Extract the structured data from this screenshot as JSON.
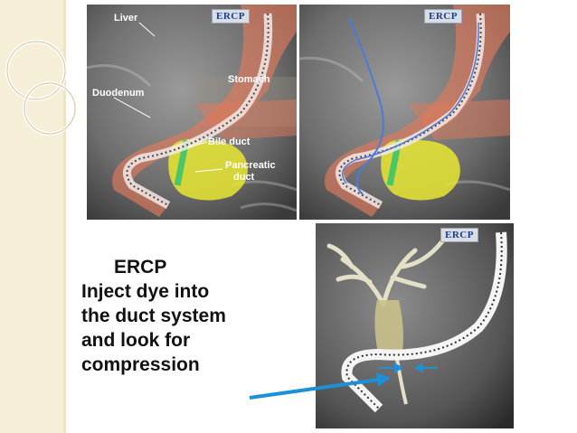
{
  "panels": {
    "p1": {
      "tag": "ERCP",
      "labels": {
        "liver": "Liver",
        "stomach": "Stomach",
        "duodenum": "Duodenum",
        "bile_duct": "Bile duct",
        "pancreatic_duct_1": "Pancreatic",
        "pancreatic_duct_2": "duct"
      }
    },
    "p2": {
      "tag": "ERCP"
    },
    "p3": {
      "tag": "ERCP"
    }
  },
  "caption": {
    "title": "ERCP",
    "lines": [
      "Inject dye into",
      "the duct system",
      "and look for",
      "compression"
    ]
  },
  "colors": {
    "arrow_blue": "#1e90d8",
    "stomach_overlay": "#e07a5a",
    "pancreas_overlay": "#e8e632",
    "bile_duct_green": "#3cc46a",
    "tag_text": "#1a3d8f"
  }
}
